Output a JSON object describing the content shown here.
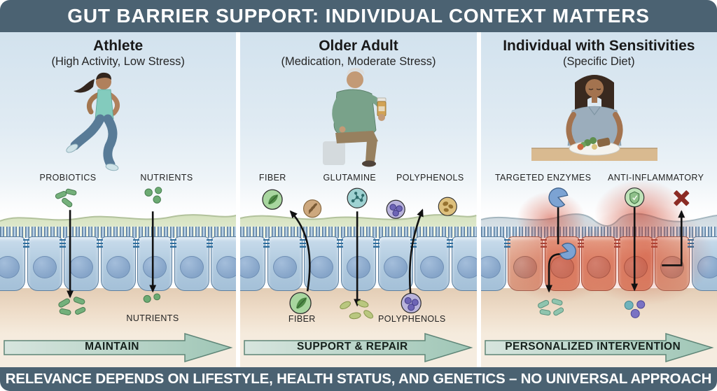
{
  "header": {
    "title": "GUT BARRIER SUPPORT: INDIVIDUAL CONTEXT MATTERS"
  },
  "footer": {
    "text": "RELEVANCE DEPENDS ON LIFESTYLE, HEALTH STATUS, AND GENETICS – NO UNIVERSAL APPROACH"
  },
  "colors": {
    "banner_bg": "#4b6272",
    "sky_blue": "#d2e2ee",
    "mucus_green": "#d8e4c3",
    "mucus_blue": "#cfdae1",
    "cell_blue": "#b7cfe3",
    "nucleus_blue": "#8fabcf",
    "inflamed_red": "#cf4a32",
    "lamina_tan": "#e9d6c0",
    "action_arrow_green": "#aecfc0",
    "probiotic_green": "#74b07b",
    "fiber_green": "#a8d69f",
    "glutamine_teal": "#9fd2d2",
    "polyphenol_purple": "#6d64b5",
    "enzyme_blue": "#7ca3d3",
    "shield_green": "#8fc08a",
    "x_red": "#8c2b24"
  },
  "panels": [
    {
      "title": "Athlete",
      "subtitle": "(High Activity, Low Stress)",
      "top_items": [
        {
          "label": "PROBIOTICS",
          "icon": "probiotics-bacteria-icon"
        },
        {
          "label": "NUTRIENTS",
          "icon": "nutrient-dots-icon"
        }
      ],
      "bottom_items": [
        {
          "label": "NUTRIENTS",
          "icon": "nutrient-dots-icon"
        }
      ],
      "action": "MAINTAIN"
    },
    {
      "title": "Older Adult",
      "subtitle": "(Medication, Moderate Stress)",
      "top_items": [
        {
          "label": "FIBER",
          "icon": "fiber-circle-icon"
        },
        {
          "label": "GLUTAMINE",
          "icon": "glutamine-molecule-icon"
        },
        {
          "label": "POLYPHENOLS",
          "icon": "polyphenols-circle-icon"
        }
      ],
      "bottom_items": [
        {
          "label": "FIBER",
          "icon": "fiber-circle-icon"
        },
        {
          "label": "POLYPHENOLS",
          "icon": "polyphenols-circle-icon"
        }
      ],
      "action": "SUPPORT & REPAIR"
    },
    {
      "title": "Individual with Sensitivities",
      "subtitle": "(Specific Diet)",
      "top_items": [
        {
          "label": "TARGETED ENZYMES",
          "icon": "enzyme-icon"
        },
        {
          "label": "ANTI-INFLAMMATORY",
          "icon": "shield-icon"
        }
      ],
      "bottom_items": [],
      "action": "PERSONALIZED INTERVENTION"
    }
  ]
}
